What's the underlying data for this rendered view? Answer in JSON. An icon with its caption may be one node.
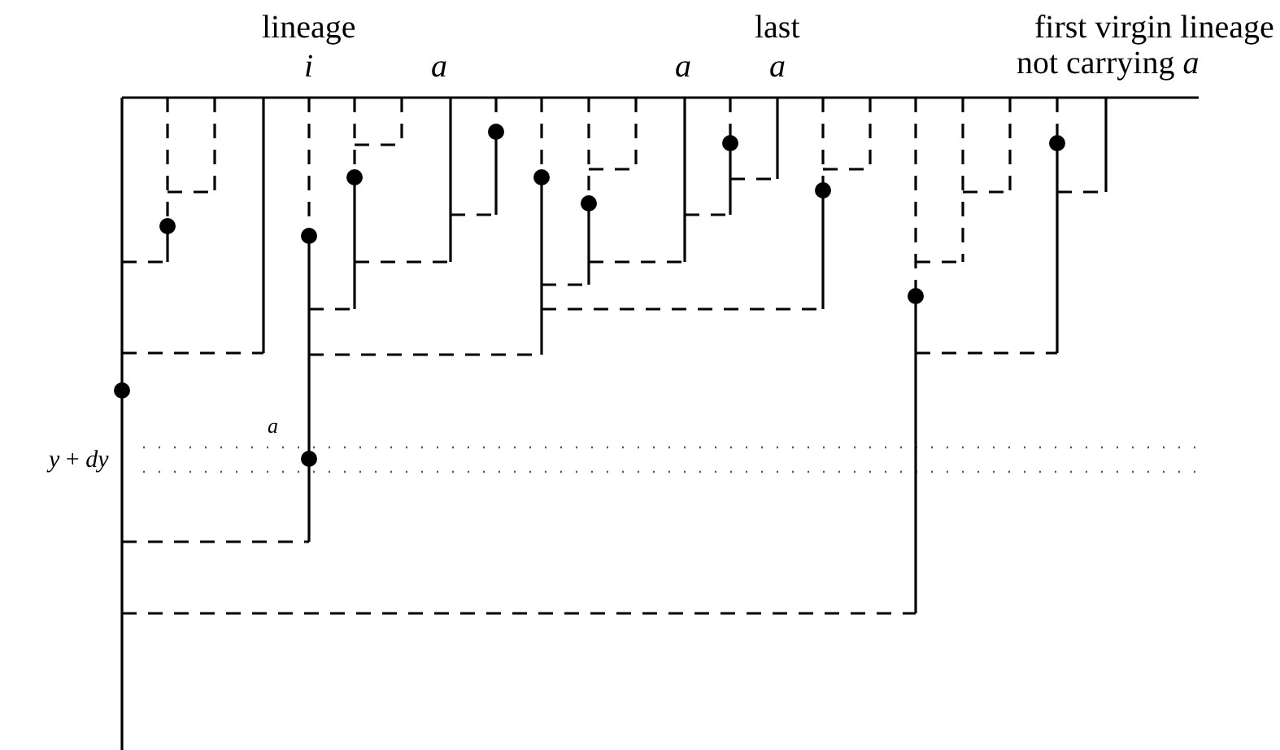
{
  "diagram": {
    "labels": [
      "lineage",
      "last",
      "first virgin lineage",
      "i",
      "a",
      "a",
      "a",
      "not carrying *a*",
      "a",
      "*y* + *dy*"
    ]
  }
}
